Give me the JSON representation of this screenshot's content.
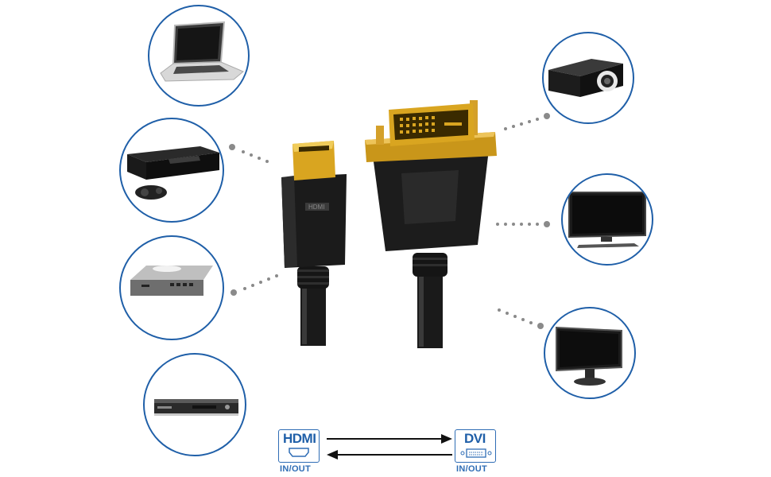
{
  "caption": {
    "hdmi_title": "HDMI",
    "hdmi_io": "IN/OUT",
    "dvi_title": "DVI",
    "dvi_io": "IN/OUT"
  },
  "devices_left": [
    "laptop-icon",
    "game-console-icon",
    "mini-pc-icon",
    "dvd-player-icon"
  ],
  "devices_right": [
    "projector-icon",
    "tv-icon",
    "monitor-icon"
  ],
  "colors": {
    "circle_border": "#1f5fa8",
    "accent_blue": "#2f6db5",
    "connector_gold": "#d9a520",
    "cable_black": "#1a1a1a",
    "dot_grey": "#8a8a8a"
  }
}
